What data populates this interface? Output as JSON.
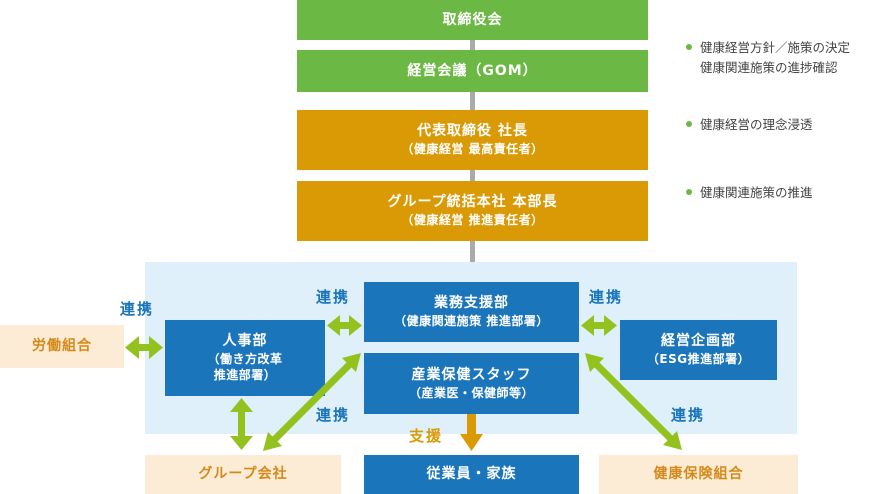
{
  "chain": {
    "board": "取締役会",
    "committee": "経営会議（GOM）",
    "president": {
      "title": "代表取締役 社長",
      "sub": "（健康経営 最高責任者）"
    },
    "director": {
      "title": "グループ統括本社 本部長",
      "sub": "（健康経営 推進責任者）"
    }
  },
  "notes": {
    "note1_line1": "健康経営方針／施策の決定",
    "note1_line2": "健康関連施策の進捗確認",
    "note2": "健康経営の理念浸透",
    "note3": "健康関連施策の推進"
  },
  "units": {
    "business_support": {
      "title": "業務支援部",
      "sub": "（健康関連施策 推進部署）"
    },
    "occupational_health": {
      "title": "産業保健スタッフ",
      "sub": "（産業医・保健師等）"
    },
    "hr": {
      "title": "人事部",
      "sub1": "（働き方改革",
      "sub2": "推進部署）"
    },
    "planning": {
      "title": "経営企画部",
      "sub": "（ESG推進部署）"
    }
  },
  "external": {
    "labor_union": "労働組合",
    "group_companies": "グループ会社",
    "employees": "従業員・家族",
    "health_insurance": "健康保険組合"
  },
  "labels": {
    "renkei_1": "連携",
    "renkei_2": "連携",
    "renkei_3": "連携",
    "renkei_4": "連携",
    "renkei_5": "連携",
    "shien": "支援"
  },
  "colors": {
    "green": "#6cb844",
    "gold": "#d99a06",
    "blue": "#1a75bb",
    "light_blue_panel": "#dff0fb",
    "peach": "#fcecd6",
    "arrow_green": "#93c21f",
    "arrow_gold": "#d99a06",
    "connector_gray": "#aaaaaa"
  }
}
